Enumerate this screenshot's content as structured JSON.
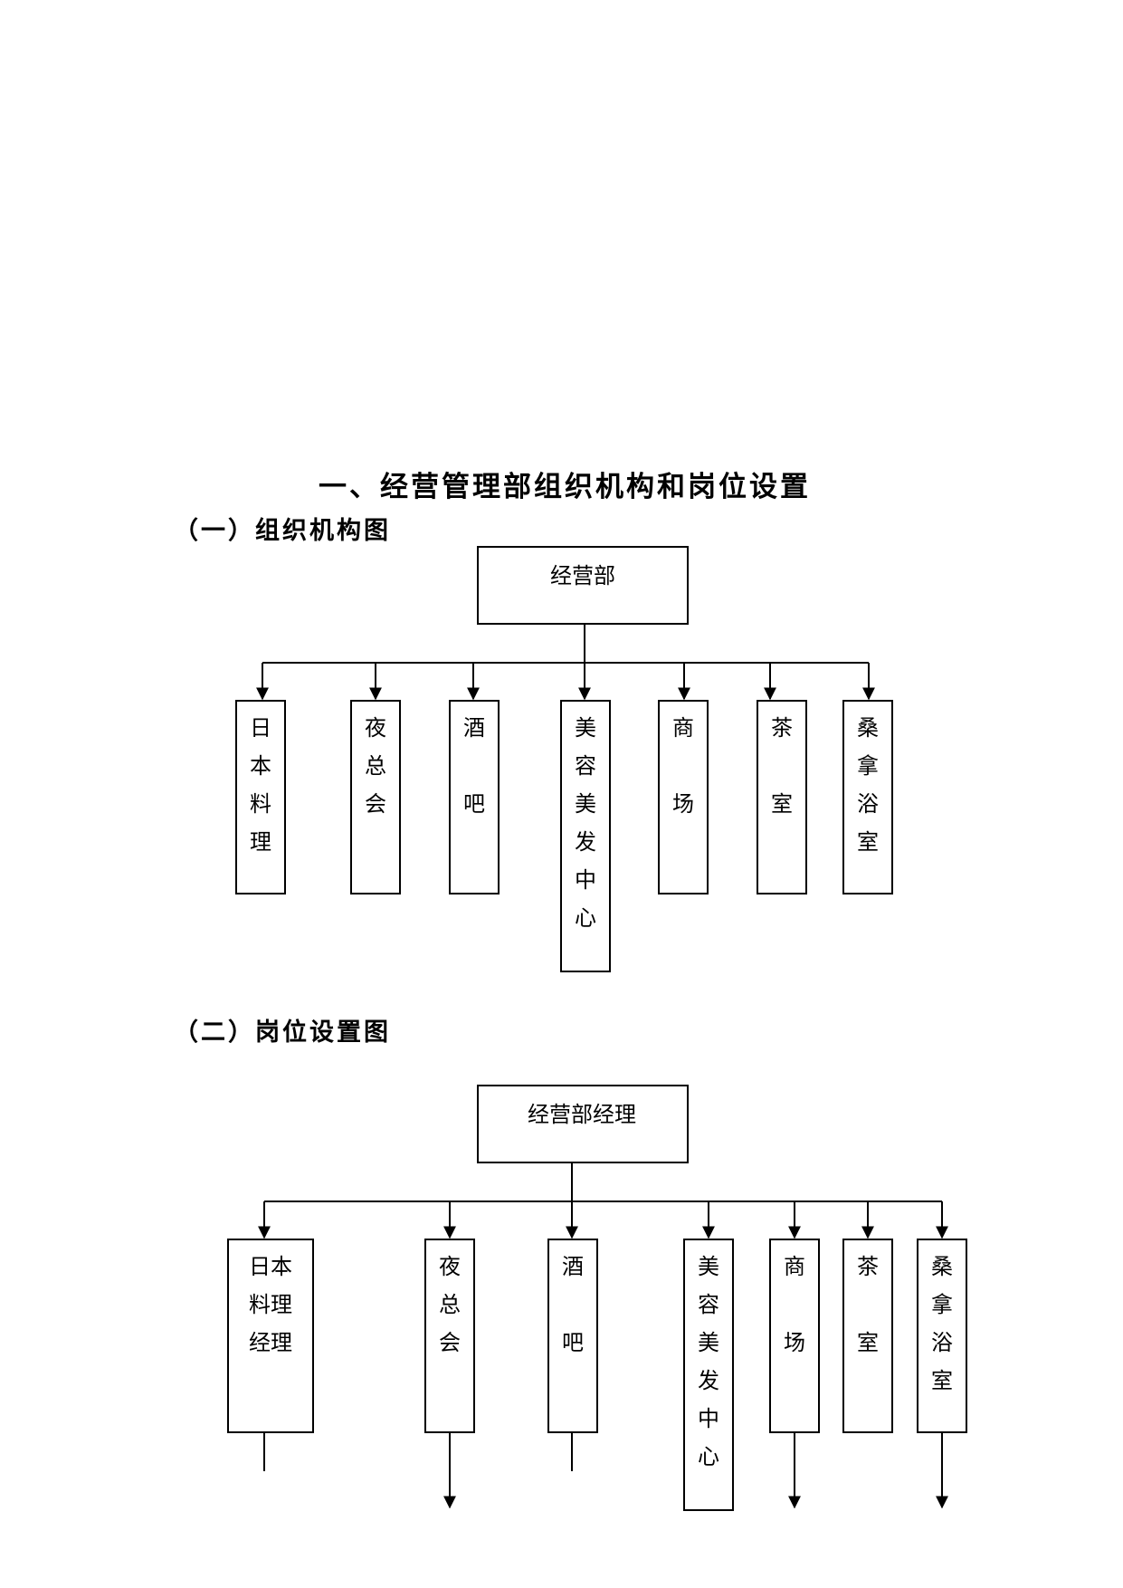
{
  "title": "一、经营管理部组织机构和岗位设置",
  "section_org": {
    "heading": "（一）组织机构图",
    "root": "经营部",
    "units": [
      {
        "id": "japanese",
        "label": "日本料理"
      },
      {
        "id": "nightclub",
        "label": "夜总会"
      },
      {
        "id": "bar",
        "label": "酒吧"
      },
      {
        "id": "beauty",
        "label": "美容美发中心"
      },
      {
        "id": "mall",
        "label": "商场"
      },
      {
        "id": "teahouse",
        "label": "茶室"
      },
      {
        "id": "sauna",
        "label": "桑拿浴室"
      }
    ]
  },
  "section_posts": {
    "heading": "（二）岗位设置图",
    "root": "经营部经理",
    "posts": [
      {
        "id": "japanese-manager",
        "label": "日本料理经理"
      },
      {
        "id": "nightclub",
        "label": "夜总会"
      },
      {
        "id": "bar",
        "label": "酒吧"
      },
      {
        "id": "beauty",
        "label": "美容美发中心"
      },
      {
        "id": "mall",
        "label": "商场"
      },
      {
        "id": "teahouse",
        "label": "茶室"
      },
      {
        "id": "sauna",
        "label": "桑拿浴室"
      }
    ]
  }
}
